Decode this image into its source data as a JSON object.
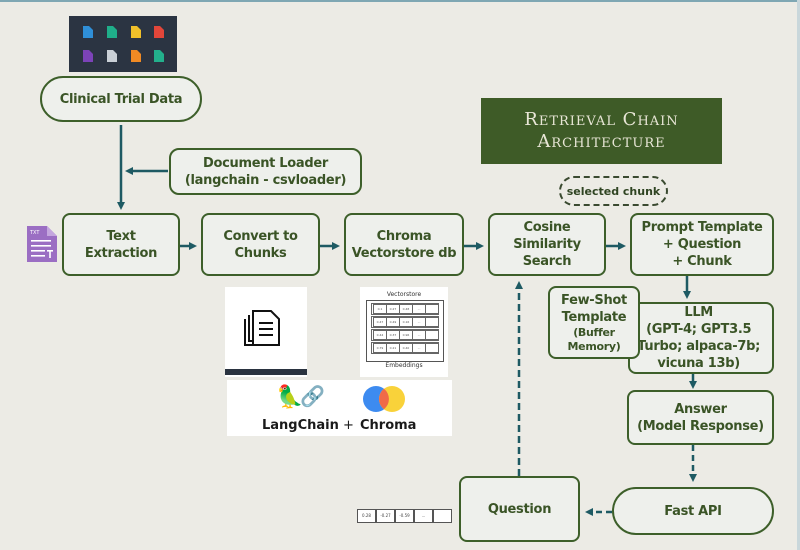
{
  "title": {
    "line1": "Retrieval Chain",
    "line2": "Architecture"
  },
  "colors": {
    "background": "#ecebe5",
    "node_fill": "#eef0ec",
    "node_border": "#3d5f2a",
    "node_text": "#3a5426",
    "arrow": "#1e5a63",
    "title_fill": "#3e5b27",
    "title_text": "#e8e6d6"
  },
  "nodes": {
    "clinical_trial_data": "Clinical Trial Data",
    "document_loader": "Document Loader\n(langchain - csvloader)",
    "text_extraction": "Text\nExtraction",
    "convert_to_chunks": "Convert to\nChunks",
    "chroma_vectorstore": "Chroma\nVectorstore db",
    "cosine_similarity": "Cosine\nSimilarity\nSearch",
    "prompt_template": "Prompt Template\n+ Question\n+ Chunk",
    "few_shot_title": "Few-Shot\nTemplate",
    "few_shot_sub": "(Buffer\nMemory)",
    "llm": "LLM\n(GPT-4; GPT3.5\nTurbo; alpaca-7b;\nvicuna 13b)",
    "answer": "Answer\n(Model Response)",
    "fast_api": "Fast API",
    "question": "Question",
    "selected_chunk": "selected chunk"
  },
  "icons": {
    "file_colors": [
      "#2f8fd8",
      "#1fae8a",
      "#f0c02a",
      "#e2463a",
      "#7c43b8",
      "#c9cfd6",
      "#f08a24",
      "#23b08c"
    ],
    "txt_file_color": "#9b6ec3",
    "txt_file_label": "TXT"
  },
  "vectorstore_figure": {
    "title": "Vectorstore",
    "footer": "Embeddings",
    "rows": [
      [
        "0.1",
        "0.27",
        "0.48",
        "..."
      ],
      [
        "0.47",
        "0.49",
        "0.16",
        "..."
      ],
      [
        "0.44",
        "0.37",
        "0.96",
        "..."
      ],
      [
        "0.79",
        "0.21",
        "0.40",
        "..."
      ]
    ]
  },
  "logos": {
    "langchain": "LangChain",
    "plus": "+",
    "chroma": "Chroma"
  },
  "question_embedding": [
    "0.28",
    "-0.27",
    "-0.59",
    "..."
  ]
}
